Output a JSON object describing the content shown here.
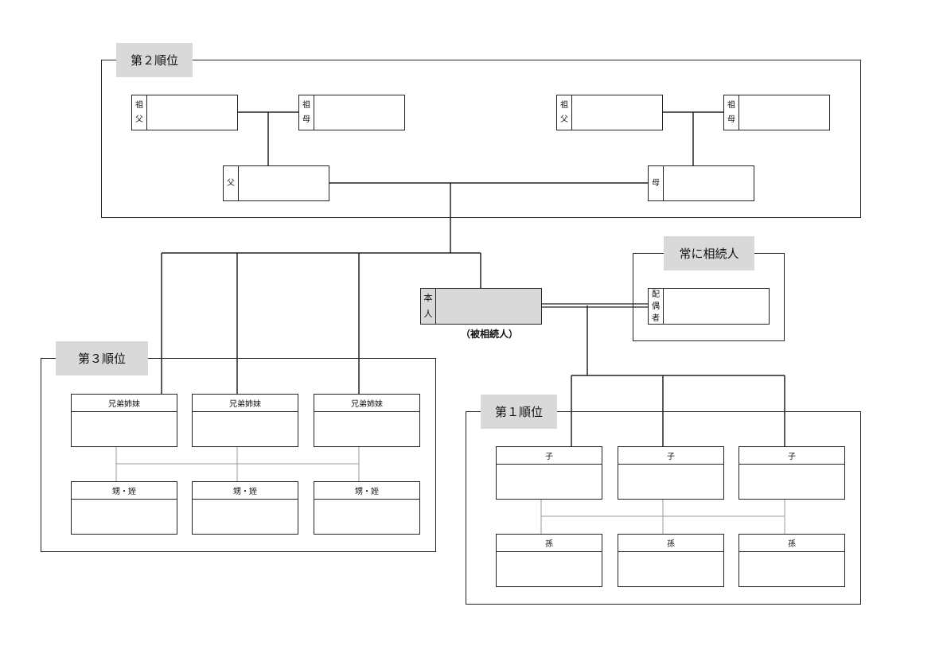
{
  "ranks": {
    "second": "第２順位",
    "always": "常に相続人",
    "third": "第３順位",
    "first": "第１順位"
  },
  "people": {
    "grandfather_paternal": [
      "祖",
      "父"
    ],
    "grandmother_paternal": [
      "祖",
      "母"
    ],
    "grandfather_maternal": [
      "祖",
      "父"
    ],
    "grandmother_maternal": [
      "祖",
      "母"
    ],
    "father": [
      "父"
    ],
    "mother": [
      "母"
    ],
    "self": [
      "本",
      "人"
    ],
    "spouse": [
      "配",
      "偶",
      "者"
    ]
  },
  "self_caption": "（被相続人）",
  "siblings": [
    "兄弟姉妹",
    "兄弟姉妹",
    "兄弟姉妹"
  ],
  "nephews_nieces": [
    "甥・姪",
    "甥・姪",
    "甥・姪"
  ],
  "children": [
    "子",
    "子",
    "子"
  ],
  "grandchildren": [
    "孫",
    "孫",
    "孫"
  ],
  "colors": {
    "rank_label_bg": "#d9d9d9",
    "self_bg": "#d9d9d9",
    "line": "#222222",
    "sub_line": "#999999"
  }
}
